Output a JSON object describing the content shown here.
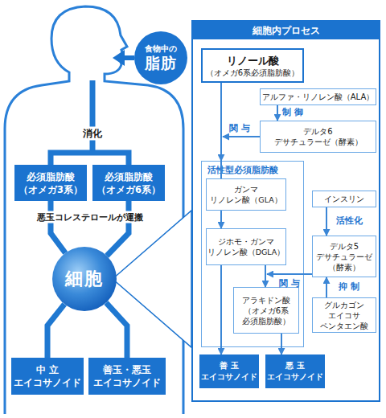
{
  "diagram": {
    "nodes": [
      {
        "text": [
          "食物中の",
          "脂肪"
        ]
      },
      {
        "text": [
          "必須脂肪酸",
          "（オメガ3系）"
        ]
      },
      {
        "text": [
          "必須脂肪酸",
          "（オメガ6系）"
        ]
      },
      {
        "text": [
          "細胞"
        ]
      },
      {
        "text": [
          "中 立",
          "エイコサノイド"
        ]
      },
      {
        "text": [
          "善玉・悪玉",
          "エイコサノイド"
        ]
      },
      {
        "text": [
          "細胞内プロセス"
        ]
      },
      {
        "text": [
          "リノール酸",
          "（オメガ6系必須脂肪酸）"
        ],
        "in": 6
      },
      {
        "text": [
          "アルファ・リノレン酸（ALA）"
        ],
        "in": 6
      },
      {
        "text": [
          "デルタ6",
          "デサチュラーゼ（酵素）"
        ],
        "in": 6
      },
      {
        "text": [
          "活性型必須脂肪酸"
        ],
        "in": 6
      },
      {
        "text": [
          "ガンマ",
          "リノレン酸（GLA）"
        ],
        "in": 10
      },
      {
        "text": [
          "インスリン"
        ],
        "in": 6
      },
      {
        "text": [
          "ジホモ・ガンマ",
          "リノレン酸（DGLA）"
        ],
        "in": 10
      },
      {
        "text": [
          "デルタ5",
          "デサチュラーゼ",
          "（酵素）"
        ],
        "in": 6
      },
      {
        "text": [
          "アラキドン酸",
          "（オメガ6系",
          "必須脂肪酸）"
        ],
        "in": 10
      },
      {
        "text": [
          "グルカゴン",
          "エイコサ",
          "ペンタエン酸"
        ],
        "in": 6
      },
      {
        "text": [
          "善 玉",
          "エイコサノイド"
        ],
        "in": 6
      },
      {
        "text": [
          "悪 玉",
          "エイコサノイド"
        ],
        "in": 6
      }
    ],
    "edges": [
      {
        "from": 1,
        "to": 3,
        "arrow": "none"
      },
      {
        "from": 2,
        "to": 3,
        "arrow": "none"
      },
      {
        "from": 3,
        "to": 4,
        "arrow": "none"
      },
      {
        "from": 3,
        "to": 5,
        "arrow": "none"
      },
      {
        "from": 8,
        "to": 9,
        "label": "制 御",
        "arrow": "to"
      },
      {
        "from": 7,
        "to": 10,
        "arrow": "to"
      },
      {
        "from": 11,
        "to": 13,
        "arrow": "to"
      },
      {
        "from": 13,
        "to": 15,
        "arrow": "to"
      },
      {
        "from": 12,
        "to": 14,
        "label": "活性化",
        "arrow": "to"
      },
      {
        "from": 16,
        "to": 14,
        "label": "抑 制",
        "arrow": "to"
      },
      {
        "from": 13,
        "to": 17,
        "arrow": "to"
      },
      {
        "from": 15,
        "to": 18,
        "arrow": "to"
      }
    ],
    "labels": [
      "消化",
      "悪玉コレステロールが運搬",
      "関 与",
      "関 与"
    ]
  }
}
